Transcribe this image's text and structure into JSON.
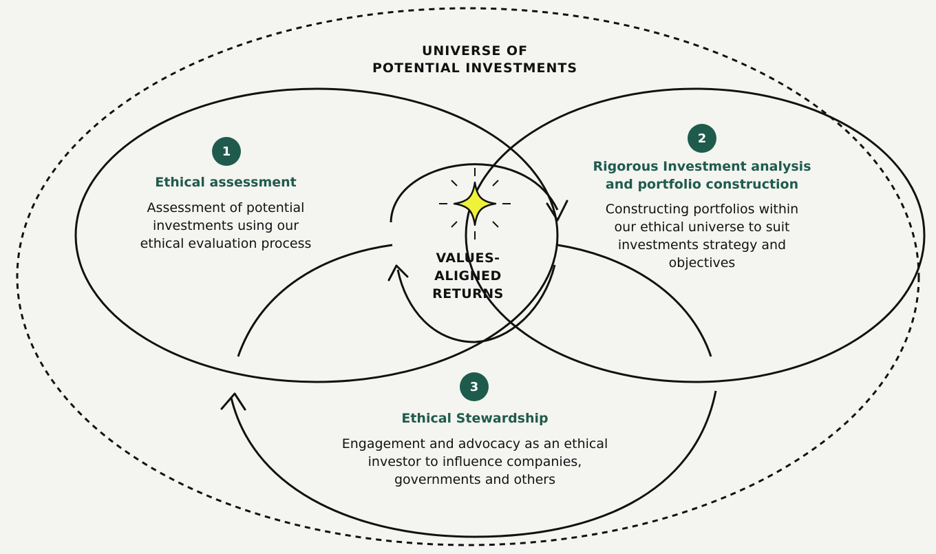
{
  "universe": {
    "title_lines": [
      "UNIVERSE OF",
      "POTENTIAL INVESTMENTS"
    ]
  },
  "center": {
    "label_lines": [
      "VALUES-",
      "ALIGNED",
      "RETURNS"
    ],
    "icon": "sparkle-icon"
  },
  "stages": [
    {
      "number": "1",
      "title_lines": [
        "Ethical assessment"
      ],
      "description_lines": [
        "Assessment of potential",
        "investments using our",
        "ethical evaluation process"
      ]
    },
    {
      "number": "2",
      "title_lines": [
        "Rigorous Investment analysis",
        "and portfolio construction"
      ],
      "description_lines": [
        "Constructing portfolios within",
        "our ethical universe to suit",
        "investments strategy and",
        "objectives"
      ]
    },
    {
      "number": "3",
      "title_lines": [
        "Ethical Stewardship"
      ],
      "description_lines": [
        "Engagement and advocacy as an ethical",
        "investor to influence companies,",
        "governments and others"
      ]
    }
  ],
  "colors": {
    "background": "#f4f4f1",
    "accent_green": "#1f5b4c",
    "sparkle_yellow": "#eef23a",
    "line": "#111111"
  }
}
